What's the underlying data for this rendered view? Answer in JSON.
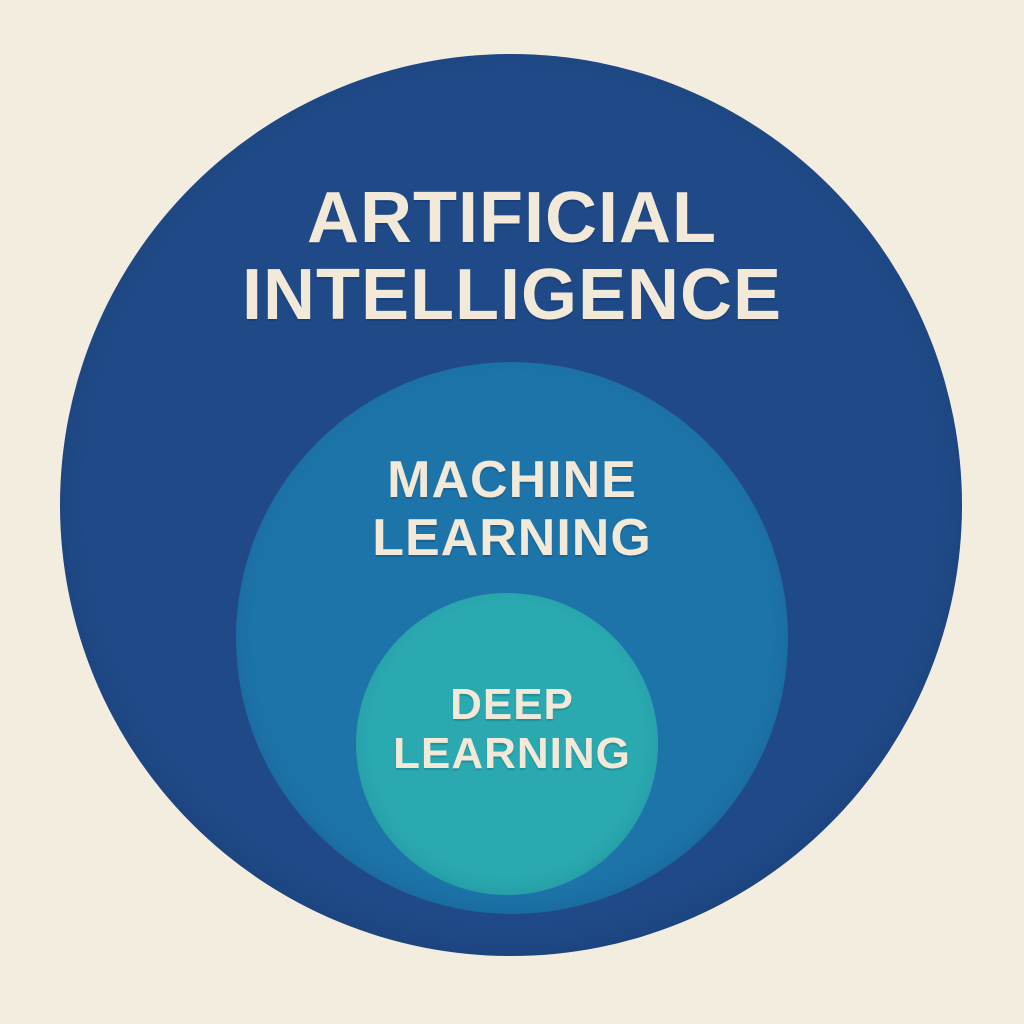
{
  "diagram": {
    "type": "nested-circles",
    "background_color": "#F3EDDF",
    "label_text_color": "#F2E9D8",
    "circles": [
      {
        "id": "artificial-intelligence",
        "label_lines": [
          "ARTIFICIAL",
          "INTELLIGENCE"
        ],
        "fill": "#1F4A87"
      },
      {
        "id": "machine-learning",
        "label_lines": [
          "MACHINE",
          "LEARNING"
        ],
        "fill": "#1D74A9"
      },
      {
        "id": "deep-learning",
        "label_lines": [
          "DEEP",
          "LEARNING"
        ],
        "fill": "#2AA9B1"
      }
    ]
  }
}
